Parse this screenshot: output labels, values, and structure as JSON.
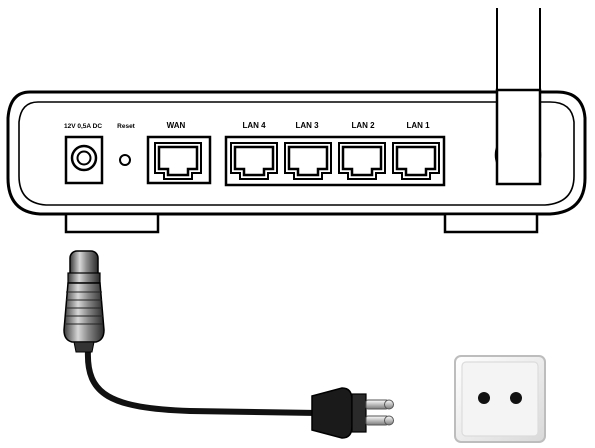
{
  "router": {
    "labels": {
      "power": "12V 0,5A DC",
      "reset": "Reset",
      "wan": "WAN",
      "lan4": "LAN 4",
      "lan3": "LAN 3",
      "lan2": "LAN 2",
      "lan1": "LAN 1"
    }
  },
  "icons": {
    "power_jack": "dc-power-jack-icon",
    "reset_button": "reset-hole-icon",
    "ethernet_port": "rj45-port-icon",
    "antenna": "antenna-icon",
    "adapter_plug": "ac-adapter-plug-icon",
    "wall_outlet": "wall-outlet-icon"
  },
  "colors": {
    "outline": "#000000",
    "router_fill": "#ffffff",
    "antenna_fill": "#ffffff",
    "cable": "#111111",
    "barrel_dark": "#555555",
    "barrel_light": "#cfcfcf",
    "outlet_face": "#f2f2f2",
    "outlet_edge": "#c8c8c8"
  }
}
